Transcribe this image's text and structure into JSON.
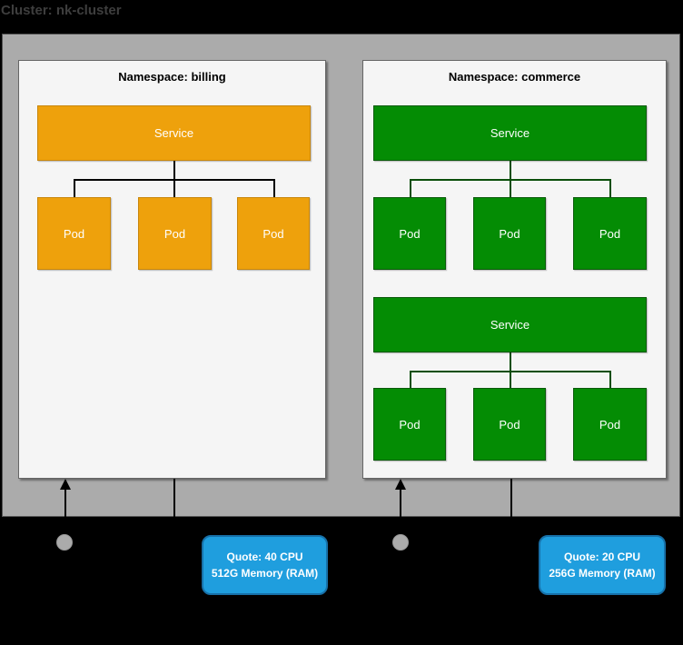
{
  "title": "Cluster: nk-cluster",
  "cluster": {
    "namespaces": [
      {
        "label": "Namespace: billing",
        "accent_fill": "#EEA10C",
        "accent_border": "#C8860C",
        "groups": [
          {
            "service": "Service",
            "pods": [
              "Pod",
              "Pod",
              "Pod"
            ]
          }
        ]
      },
      {
        "label": "Namespace: commerce",
        "accent_fill": "#048C04",
        "accent_border": "#0A5A0A",
        "groups": [
          {
            "service": "Service",
            "pods": [
              "Pod",
              "Pod",
              "Pod"
            ]
          },
          {
            "service": "Service",
            "pods": [
              "Pod",
              "Pod",
              "Pod"
            ]
          }
        ]
      }
    ]
  },
  "quotes": [
    {
      "line1": "Quote: 40 CPU",
      "line2": "512G Memory (RAM)"
    },
    {
      "line1": "Quote: 20 CPU",
      "line2": "256G Memory (RAM)"
    }
  ],
  "colors": {
    "background": "#000000",
    "cluster_fill": "#ABABAB",
    "namespace_fill": "#F5F5F5",
    "quote_fill": "#1F9EDE",
    "quote_border": "#1770A8",
    "title_text": "#3E3E3E"
  }
}
